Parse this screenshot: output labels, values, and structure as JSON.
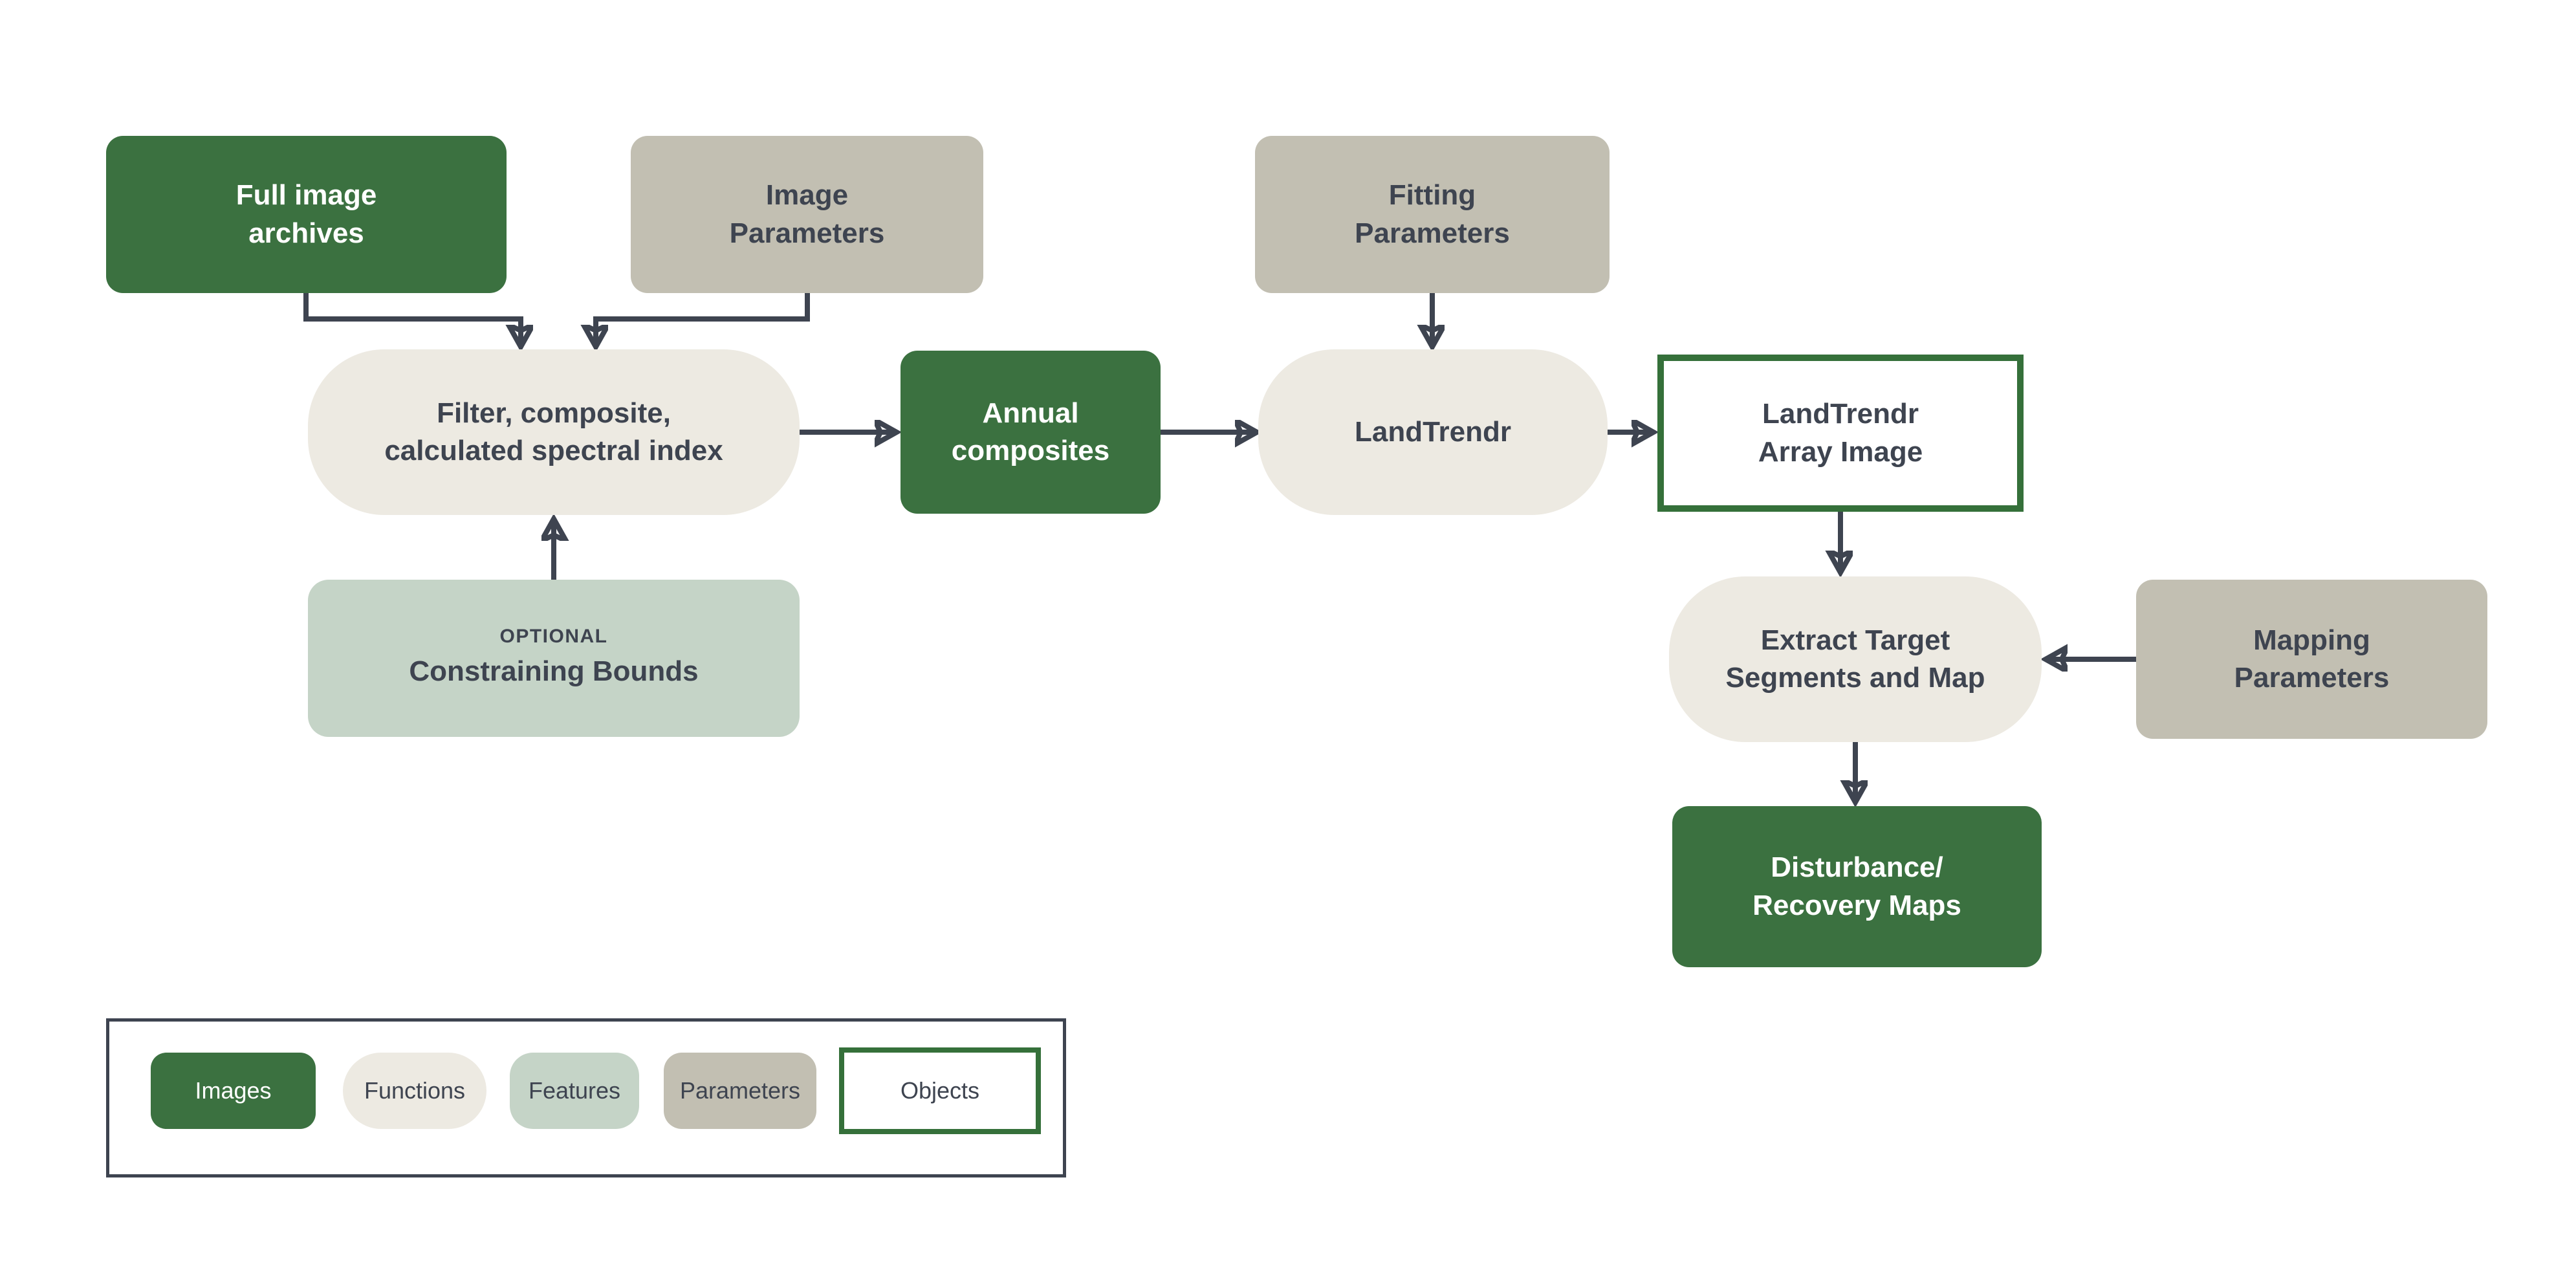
{
  "colors": {
    "background": "#FFFFFF",
    "image_fill": "#3B7140",
    "function_fill": "#EDEAE2",
    "feature_fill": "#C5D4C7",
    "parameter_fill": "#C2BFB2",
    "object_fill": "#FFFFFF",
    "object_border": "#35703A",
    "connector": "#3E4450",
    "text_dark": "#3E4450",
    "text_light": "#FFFFFF"
  },
  "nodes": {
    "full_image_archives": {
      "label": "Full image\narchives",
      "category": "Images"
    },
    "image_parameters": {
      "label": "Image\nParameters",
      "category": "Parameters"
    },
    "fitting_parameters": {
      "label": "Fitting\nParameters",
      "category": "Parameters"
    },
    "filter_composite": {
      "label": "Filter, composite,\ncalculated spectral index",
      "category": "Functions"
    },
    "annual_composites": {
      "label": "Annual\ncomposites",
      "category": "Images"
    },
    "landtrendr": {
      "label": "LandTrendr",
      "category": "Functions"
    },
    "landtrendr_array_image": {
      "label": "LandTrendr\nArray Image",
      "category": "Objects"
    },
    "extract_target": {
      "label": "Extract Target\nSegments and Map",
      "category": "Functions"
    },
    "mapping_parameters": {
      "label": "Mapping\nParameters",
      "category": "Parameters"
    },
    "constraining_bounds": {
      "tag": "OPTIONAL",
      "label": "Constraining Bounds",
      "category": "Features"
    },
    "disturbance_recovery_maps": {
      "label": "Disturbance/\nRecovery Maps",
      "category": "Images"
    }
  },
  "legend": {
    "items": [
      {
        "id": "images",
        "label": "Images"
      },
      {
        "id": "functions",
        "label": "Functions"
      },
      {
        "id": "features",
        "label": "Features"
      },
      {
        "id": "parameters",
        "label": "Parameters"
      },
      {
        "id": "objects",
        "label": "Objects"
      }
    ]
  }
}
